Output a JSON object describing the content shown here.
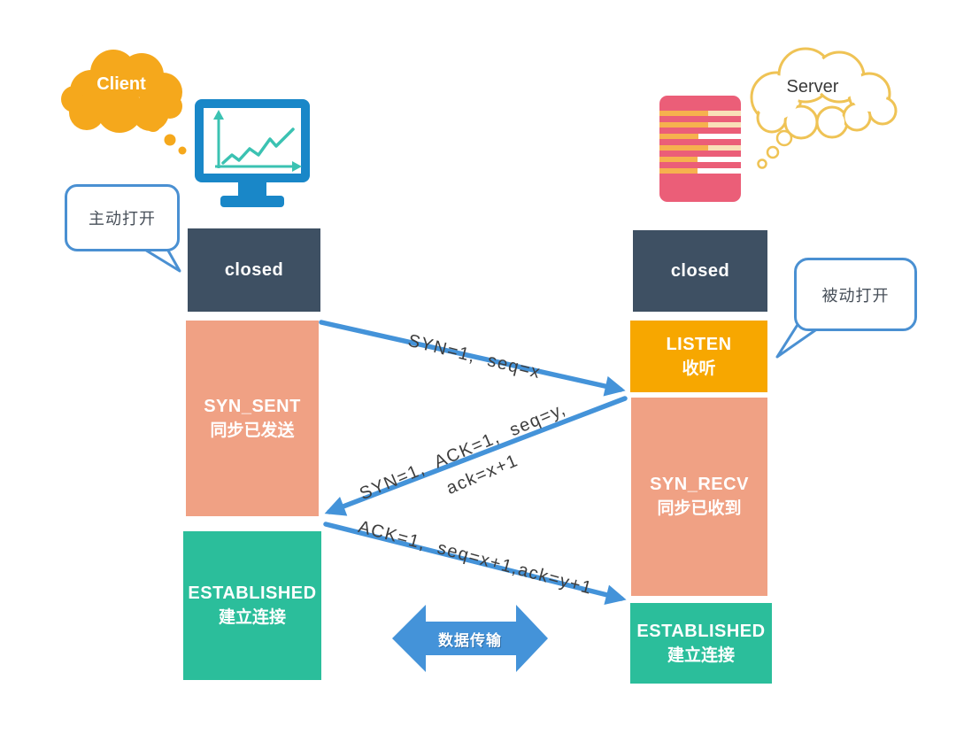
{
  "client": {
    "cloud_label": "Client",
    "callout_label": "主动打开",
    "states": {
      "closed": "closed",
      "syn_sent": "SYN_SENT",
      "syn_sent_zh": "同步已发送",
      "established": "ESTABLISHED",
      "established_zh": "建立连接"
    }
  },
  "server": {
    "cloud_label": "Server",
    "callout_label": "被动打开",
    "states": {
      "closed": "closed",
      "listen": "LISTEN",
      "listen_zh": "收听",
      "syn_recv": "SYN_RECV",
      "syn_recv_zh": "同步已收到",
      "established": "ESTABLISHED",
      "established_zh": "建立连接"
    }
  },
  "handshake_messages": {
    "msg1": "SYN=1,  seq=x",
    "msg2_line1": "SYN=1,  ACK=1,  seq=y,",
    "msg2_line2": "ack=x+1",
    "msg3": "ACK=1,  seq=x+1,ack=y+1"
  },
  "data_transfer_label": "数据传输",
  "icons": {
    "client_device": "monitor-line-chart-icon",
    "server_device": "server-rack-icon",
    "client_thought": "thought-cloud-icon",
    "server_thought": "thought-cloud-icon"
  },
  "colors": {
    "closed_state": "#3E5063",
    "transition_state": "#F0A184",
    "listen_state": "#F7A700",
    "established_state": "#2BBE9B",
    "arrow": "#4493D9",
    "callout_border": "#4A90D2",
    "client_cloud": "#F5A81C",
    "server_cloud_outline": "#EFC355",
    "server_icon": "#EB5E78",
    "monitor_icon": "#1987C8",
    "monitor_chart": "#3BC2B2",
    "message_text": "#3D3D3D"
  }
}
